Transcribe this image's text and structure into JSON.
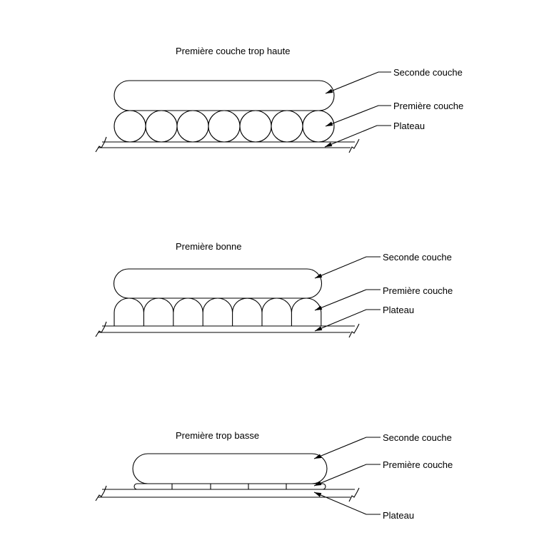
{
  "diagrams": [
    {
      "title": "Première couche trop haute",
      "labels": {
        "second": "Seconde couche",
        "first": "Première couche",
        "plate": "Plateau"
      }
    },
    {
      "title": "Première bonne",
      "labels": {
        "second": "Seconde couche",
        "first": "Première couche",
        "plate": "Plateau"
      }
    },
    {
      "title": "Première trop basse",
      "labels": {
        "second": "Seconde couche",
        "first": "Première couche",
        "plate": "Plateau"
      }
    }
  ]
}
